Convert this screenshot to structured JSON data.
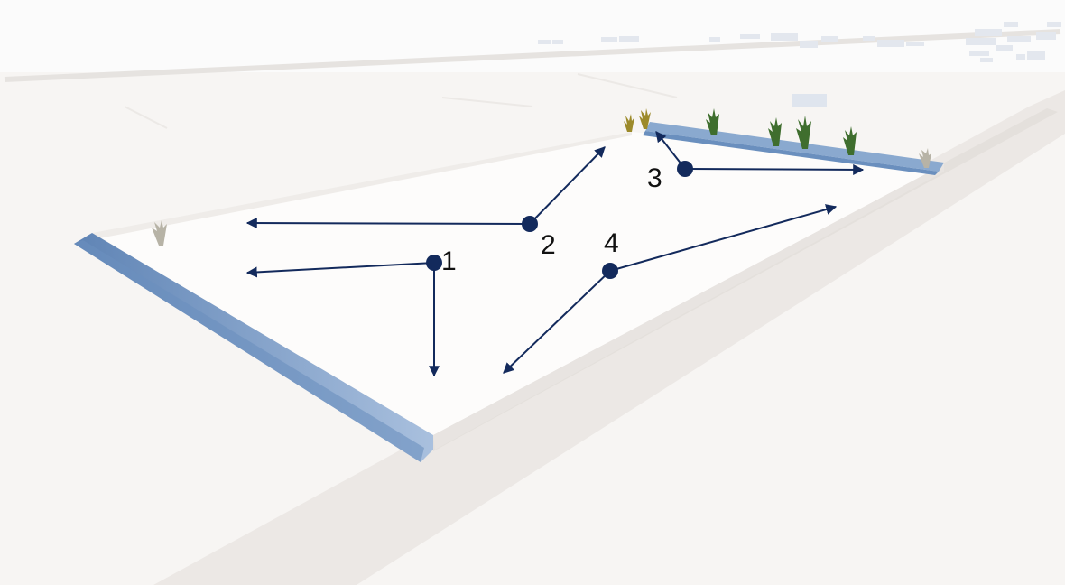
{
  "scene": {
    "description_free": true,
    "colors": {
      "background": "#f7f5f3",
      "site": "#fdfcfb",
      "road": "#ece8e5",
      "water_channel": "#8aa9cf",
      "water_shade": "#5f84b5",
      "tree_green": "#3f6e2e",
      "tree_yellow": "#9c8a2a",
      "building": "#e3e7ee",
      "marker": "#132a5c",
      "label": "#111111"
    }
  },
  "points": [
    {
      "id": "1",
      "label": "1"
    },
    {
      "id": "2",
      "label": "2"
    },
    {
      "id": "3",
      "label": "3"
    },
    {
      "id": "4",
      "label": "4"
    }
  ]
}
